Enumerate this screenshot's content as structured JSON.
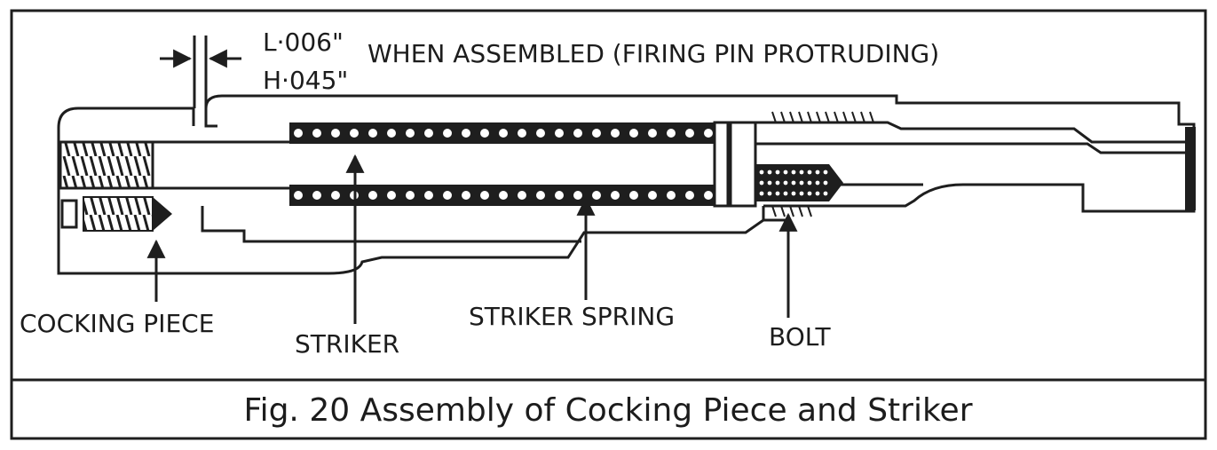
{
  "diagram": {
    "dimension_top": "L·006\"",
    "dimension_bottom": "H·045\"",
    "assembled_note": "WHEN ASSEMBLED (FIRING PIN PROTRUDING)",
    "labels": {
      "cocking_piece": "COCKING PIECE",
      "striker": "STRIKER",
      "striker_spring": "STRIKER SPRING",
      "bolt": "BOLT"
    }
  },
  "caption": "Fig. 20 Assembly of Cocking Piece and Striker",
  "colors": {
    "ink": "#1e1e1e",
    "paper": "#ffffff"
  }
}
